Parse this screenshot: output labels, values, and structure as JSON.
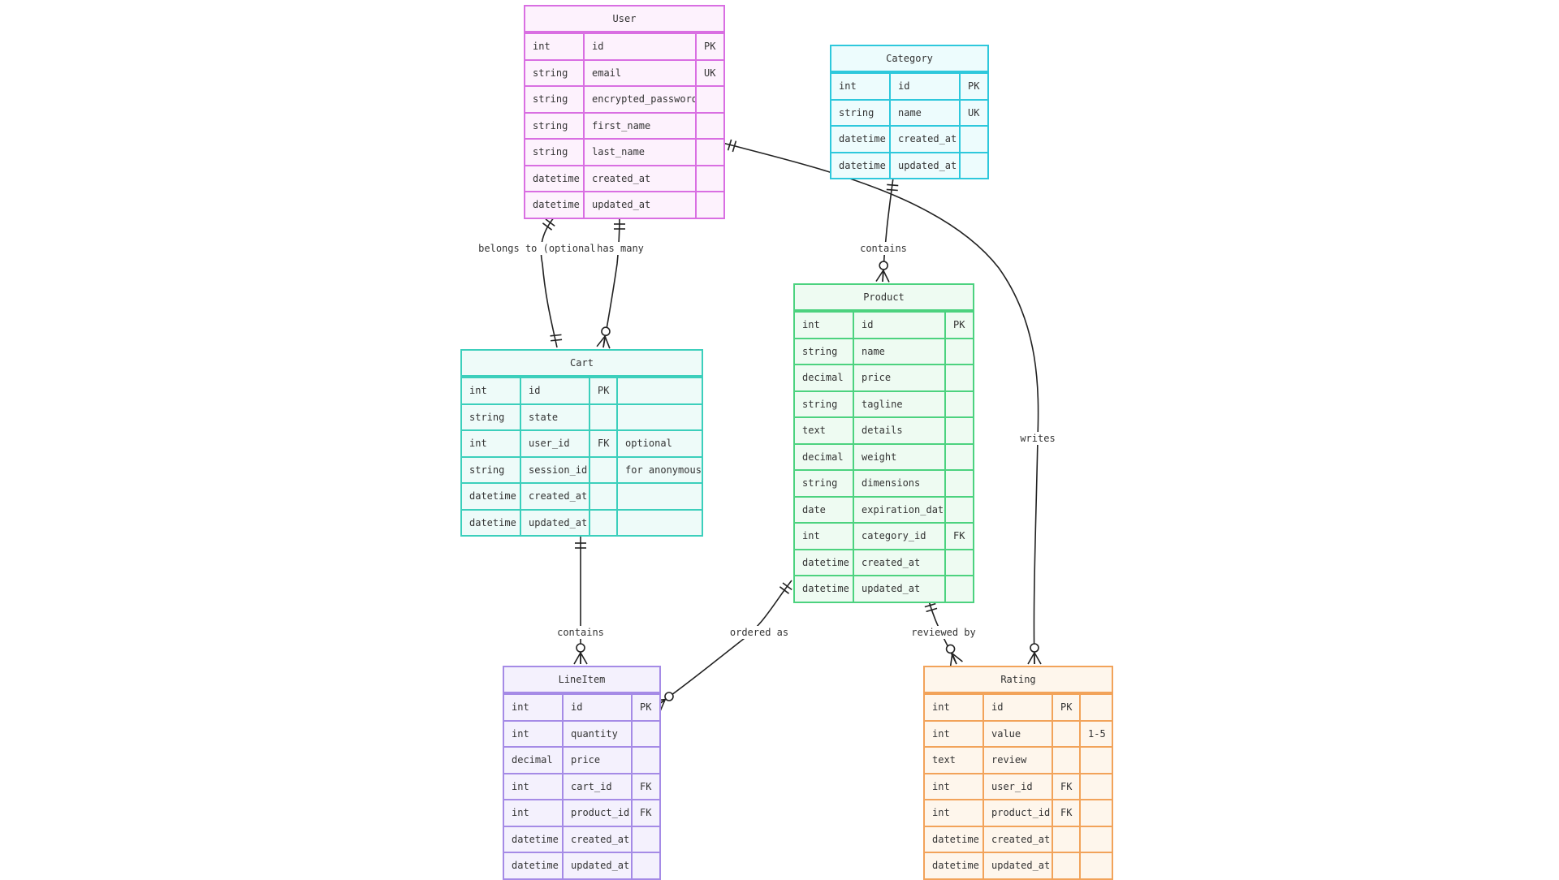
{
  "entities": {
    "user": {
      "name": "User",
      "fill": "#fdf2fd",
      "stroke": "#d96fe2",
      "rows": [
        [
          "int",
          "id",
          "PK"
        ],
        [
          "string",
          "email",
          "UK"
        ],
        [
          "string",
          "encrypted_password",
          ""
        ],
        [
          "string",
          "first_name",
          ""
        ],
        [
          "string",
          "last_name",
          ""
        ],
        [
          "datetime",
          "created_at",
          ""
        ],
        [
          "datetime",
          "updated_at",
          ""
        ]
      ]
    },
    "category": {
      "name": "Category",
      "fill": "#edfcfd",
      "stroke": "#2ec8dc",
      "rows": [
        [
          "int",
          "id",
          "PK"
        ],
        [
          "string",
          "name",
          "UK"
        ],
        [
          "datetime",
          "created_at",
          ""
        ],
        [
          "datetime",
          "updated_at",
          ""
        ]
      ]
    },
    "cart": {
      "name": "Cart",
      "fill": "#eefbf9",
      "stroke": "#3ccfbc",
      "rows": [
        [
          "int",
          "id",
          "PK",
          ""
        ],
        [
          "string",
          "state",
          "",
          ""
        ],
        [
          "int",
          "user_id",
          "FK",
          "optional"
        ],
        [
          "string",
          "session_id",
          "",
          "for anonymous"
        ],
        [
          "datetime",
          "created_at",
          "",
          ""
        ],
        [
          "datetime",
          "updated_at",
          "",
          ""
        ]
      ]
    },
    "product": {
      "name": "Product",
      "fill": "#eefbf2",
      "stroke": "#4cd27f",
      "rows": [
        [
          "int",
          "id",
          "PK"
        ],
        [
          "string",
          "name",
          ""
        ],
        [
          "decimal",
          "price",
          ""
        ],
        [
          "string",
          "tagline",
          ""
        ],
        [
          "text",
          "details",
          ""
        ],
        [
          "decimal",
          "weight",
          ""
        ],
        [
          "string",
          "dimensions",
          ""
        ],
        [
          "date",
          "expiration_date",
          ""
        ],
        [
          "int",
          "category_id",
          "FK"
        ],
        [
          "datetime",
          "created_at",
          ""
        ],
        [
          "datetime",
          "updated_at",
          ""
        ]
      ]
    },
    "lineitem": {
      "name": "LineItem",
      "fill": "#f4f1fd",
      "stroke": "#a58be6",
      "rows": [
        [
          "int",
          "id",
          "PK"
        ],
        [
          "int",
          "quantity",
          ""
        ],
        [
          "decimal",
          "price",
          ""
        ],
        [
          "int",
          "cart_id",
          "FK"
        ],
        [
          "int",
          "product_id",
          "FK"
        ],
        [
          "datetime",
          "created_at",
          ""
        ],
        [
          "datetime",
          "updated_at",
          ""
        ]
      ]
    },
    "rating": {
      "name": "Rating",
      "fill": "#fef6ec",
      "stroke": "#f2a35a",
      "rows": [
        [
          "int",
          "id",
          "PK",
          ""
        ],
        [
          "int",
          "value",
          "",
          "1-5"
        ],
        [
          "text",
          "review",
          "",
          ""
        ],
        [
          "int",
          "user_id",
          "FK",
          ""
        ],
        [
          "int",
          "product_id",
          "FK",
          ""
        ],
        [
          "datetime",
          "created_at",
          "",
          ""
        ],
        [
          "datetime",
          "updated_at",
          "",
          ""
        ]
      ]
    }
  },
  "relationships": [
    {
      "from": "User",
      "to": "Cart",
      "label": "belongs to (optional)",
      "from_cardinality": "exactly-one",
      "to_cardinality": "exactly-one"
    },
    {
      "from": "User",
      "to": "Cart",
      "label": "has many",
      "from_cardinality": "exactly-one",
      "to_cardinality": "zero-or-more"
    },
    {
      "from": "User",
      "to": "Rating",
      "label": "writes",
      "from_cardinality": "exactly-one",
      "to_cardinality": "zero-or-more"
    },
    {
      "from": "Category",
      "to": "Product",
      "label": "contains",
      "from_cardinality": "exactly-one",
      "to_cardinality": "zero-or-more"
    },
    {
      "from": "Cart",
      "to": "LineItem",
      "label": "contains",
      "from_cardinality": "exactly-one",
      "to_cardinality": "zero-or-more"
    },
    {
      "from": "Product",
      "to": "LineItem",
      "label": "ordered as",
      "from_cardinality": "exactly-one",
      "to_cardinality": "zero-or-more"
    },
    {
      "from": "Product",
      "to": "Rating",
      "label": "reviewed by",
      "from_cardinality": "exactly-one",
      "to_cardinality": "zero-or-more"
    }
  ]
}
